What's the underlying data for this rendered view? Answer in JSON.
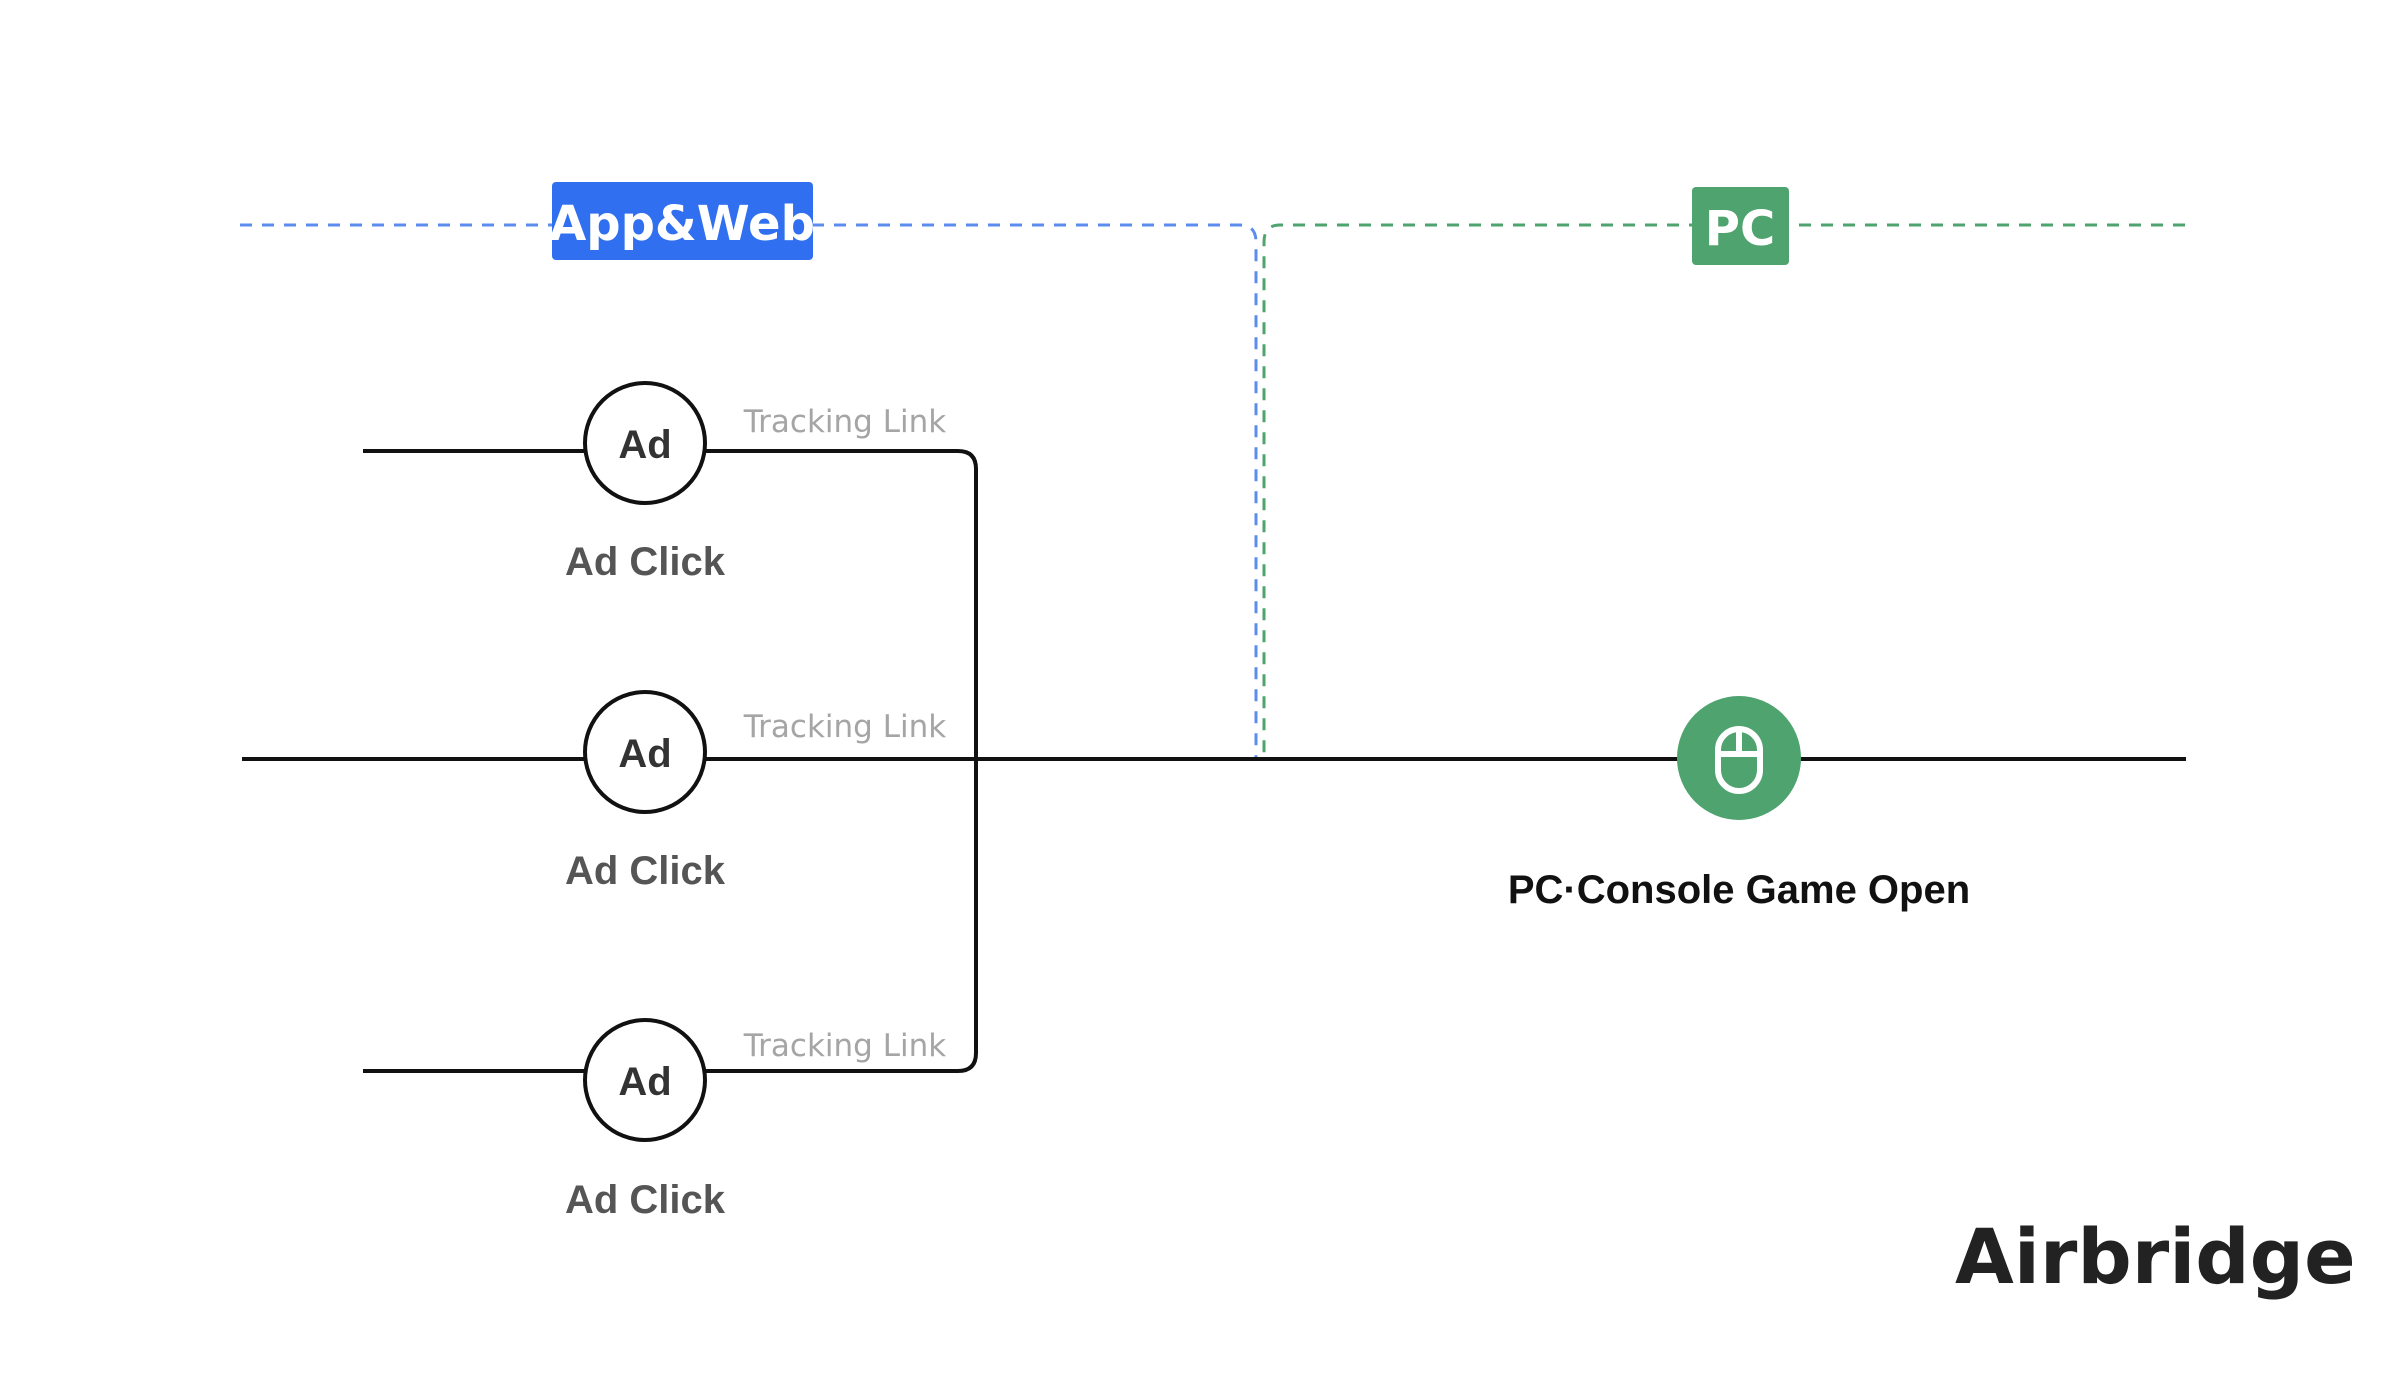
{
  "regions": {
    "app_web": {
      "label": "App&Web",
      "color": "#2f6ff0"
    },
    "pc": {
      "label": "PC",
      "color": "#4ea36e"
    }
  },
  "ad_nodes": [
    {
      "icon_text": "Ad",
      "caption": "Ad Click",
      "link_label": "Tracking Link"
    },
    {
      "icon_text": "Ad",
      "caption": "Ad Click",
      "link_label": "Tracking Link"
    },
    {
      "icon_text": "Ad",
      "caption": "Ad Click",
      "link_label": "Tracking Link"
    }
  ],
  "pc_event": {
    "icon": "mouse-icon",
    "caption": "PC·Console Game Open",
    "color": "#4ea36e"
  },
  "brand": {
    "logo_text": "Airbridge"
  }
}
